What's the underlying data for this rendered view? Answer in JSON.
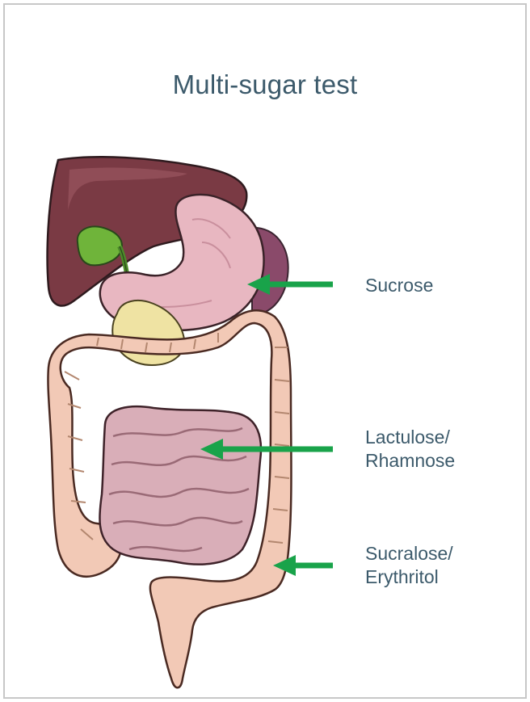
{
  "title": "Multi-sugar test",
  "labels": {
    "sucrose": "Sucrose",
    "lactulose_line1": "Lactulose/",
    "lactulose_line2": "Rhamnose",
    "sucralose_line1": "Sucralose/",
    "sucralose_line2": "Erythritol"
  },
  "colors": {
    "arrow": "#19a34a",
    "liver": "#7a3a44",
    "stomach": "#e8b7c1",
    "colon": "#f2c9b6",
    "small_intestine": "#d9aeb8",
    "gallbladder": "#6fb43a",
    "pancreas": "#efe3a3",
    "spleen": "#8a4a6a",
    "text": "#3c5a6b"
  }
}
